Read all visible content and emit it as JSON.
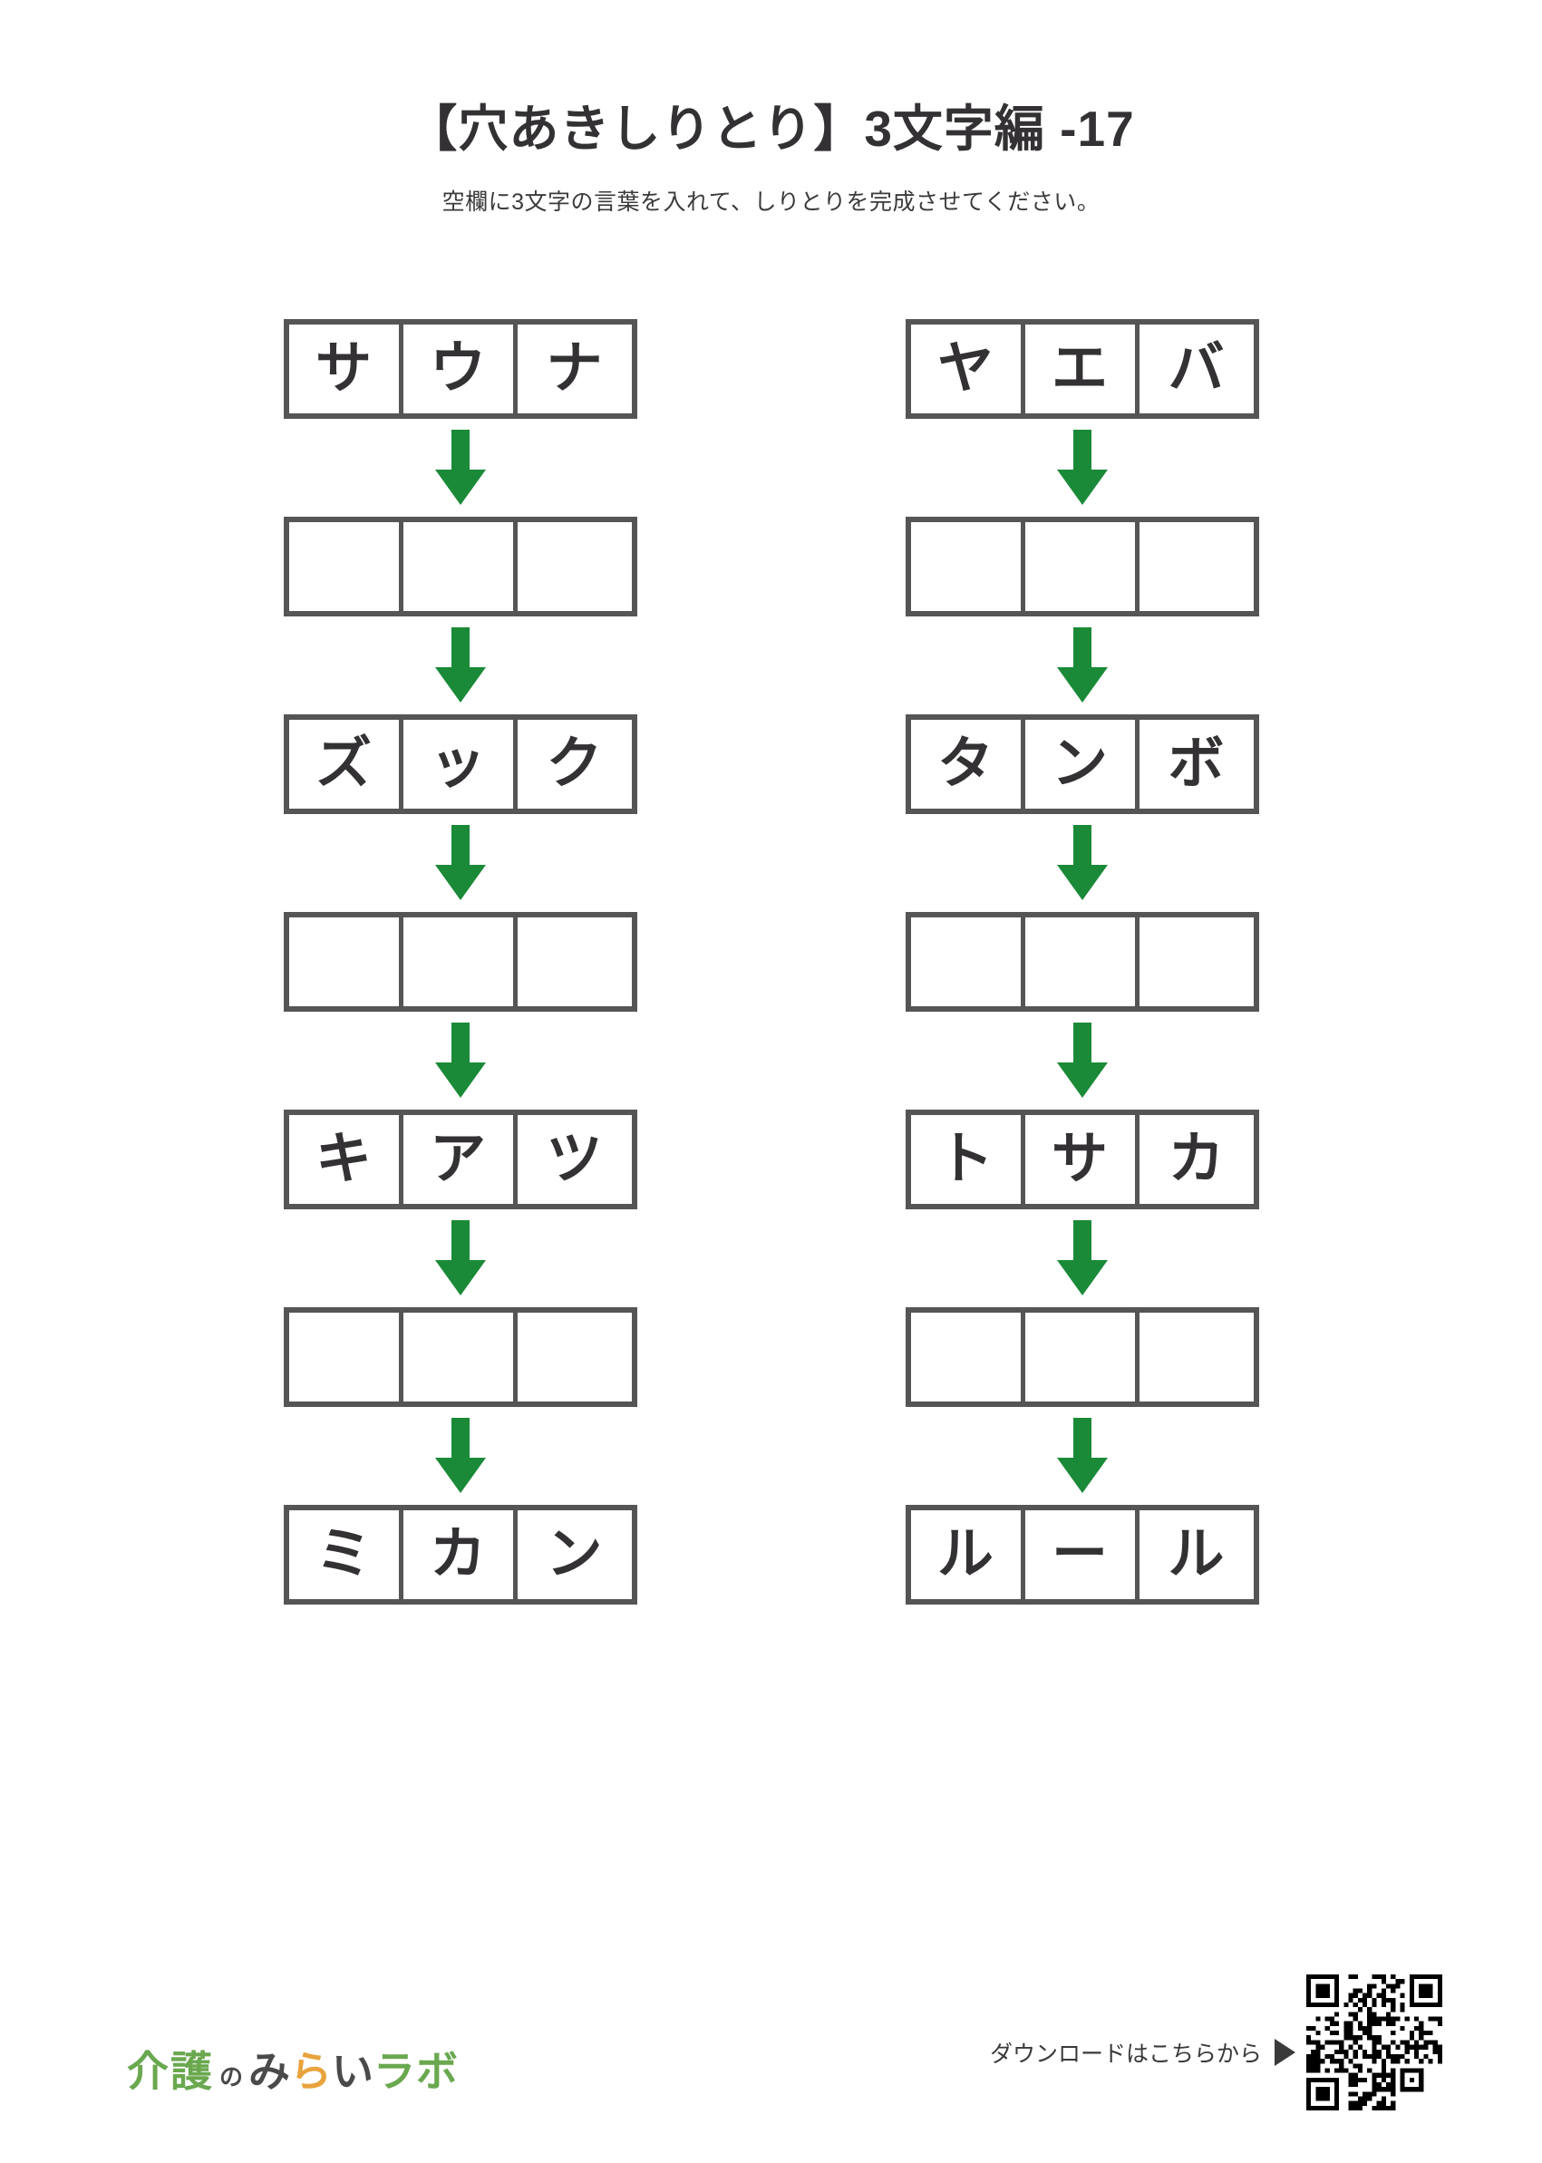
{
  "header": {
    "title": "【穴あきしりとり】3文字編 -17",
    "subtitle": "空欄に3文字の言葉を入れて、しりとりを完成させてください。"
  },
  "colors": {
    "arrow_green": "#1a8a38",
    "box_border": "#555555",
    "text_dark": "#333133",
    "logo_green": "#6aa84f",
    "logo_orange": "#e8a33d"
  },
  "puzzle": {
    "columns": [
      {
        "id": "left-chain",
        "rows": [
          {
            "type": "word",
            "chars": [
              "サ",
              "ウ",
              "ナ"
            ]
          },
          {
            "type": "blank",
            "chars": [
              "",
              "",
              ""
            ]
          },
          {
            "type": "word",
            "chars": [
              "ズ",
              "ッ",
              "ク"
            ]
          },
          {
            "type": "blank",
            "chars": [
              "",
              "",
              ""
            ]
          },
          {
            "type": "word",
            "chars": [
              "キ",
              "ア",
              "ツ"
            ]
          },
          {
            "type": "blank",
            "chars": [
              "",
              "",
              ""
            ]
          },
          {
            "type": "word",
            "chars": [
              "ミ",
              "カ",
              "ン"
            ]
          }
        ]
      },
      {
        "id": "right-chain",
        "rows": [
          {
            "type": "word",
            "chars": [
              "ヤ",
              "エ",
              "バ"
            ]
          },
          {
            "type": "blank",
            "chars": [
              "",
              "",
              ""
            ]
          },
          {
            "type": "word",
            "chars": [
              "タ",
              "ン",
              "ボ"
            ]
          },
          {
            "type": "blank",
            "chars": [
              "",
              "",
              ""
            ]
          },
          {
            "type": "word",
            "chars": [
              "ト",
              "サ",
              "カ"
            ]
          },
          {
            "type": "blank",
            "chars": [
              "",
              "",
              ""
            ]
          },
          {
            "type": "word",
            "chars": [
              "ル",
              "ー",
              "ル"
            ]
          }
        ]
      }
    ]
  },
  "footer": {
    "logo": {
      "kaigo": "介護",
      "no": "の",
      "mi": "み",
      "ra": "ら",
      "i": "い",
      "labo": "ラボ"
    },
    "download_text": "ダウンロードはこちらから",
    "cta_icon": "triangle-right-icon",
    "qr_icon": "qr-code-icon"
  }
}
